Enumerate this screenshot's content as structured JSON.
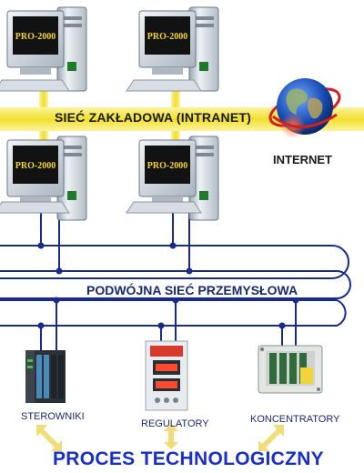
{
  "labels": {
    "intranet": "SIEĆ ZAKŁADOWA (INTRANET)",
    "internet": "INTERNET",
    "industrial_network": "PODWÓJNA SIEĆ PRZEMYSŁOWA",
    "plc": "STEROWNIKI",
    "regulators": "REGULATORY",
    "concentrators": "KONCENTRATORY",
    "process": "PROCES TECHNOLOGICZNY"
  },
  "workstations": [
    {
      "screen_text": "PRO-2000"
    },
    {
      "screen_text": "PRO-2000"
    },
    {
      "screen_text": "PRO-2000"
    },
    {
      "screen_text": "PRO-2000"
    }
  ],
  "colors": {
    "intranet_band": "#f3e33a",
    "network_line": "#1a2a8a",
    "screen": "#121212",
    "screen_text": "#f2d43a",
    "title_blue": "#1b2fc4",
    "arrow_yellow": "#f0dc78"
  },
  "icons": {
    "internet": "globe-icon",
    "plc": "plc-device-icon",
    "regulator": "regulator-device-icon",
    "concentrator": "concentrator-device-icon"
  }
}
